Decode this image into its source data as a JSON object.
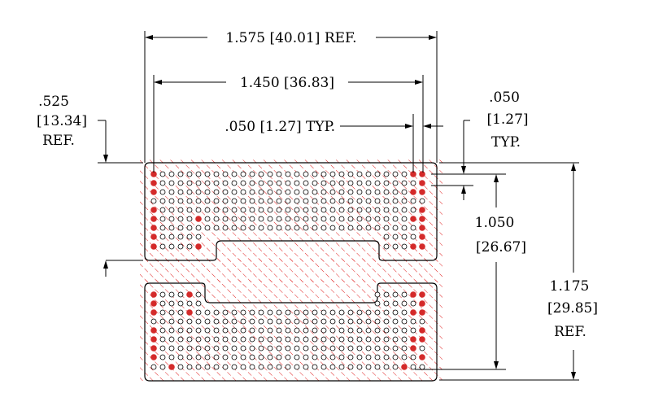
{
  "drawing": {
    "colors": {
      "hatch": "#e02020",
      "filled_pad": "#d42a2a",
      "outline": "#000000",
      "background": "#ffffff"
    },
    "dimensions": {
      "overall_width": "1.575 [40.01] REF.",
      "pitch_span": "1.450 [36.83]",
      "pitch_typ": ".050 [1.27] TYP.",
      "offset_top_1": ".525",
      "offset_top_2": "[13.34]",
      "offset_top_3": "REF.",
      "right_pitch_1": ".050",
      "right_pitch_2": "[1.27]",
      "right_pitch_3": "TYP.",
      "row_span_1": "1.050",
      "row_span_2": "[26.67]",
      "overall_height_1": "1.175",
      "overall_height_2": "[29.85]",
      "overall_height_3": "REF."
    }
  }
}
